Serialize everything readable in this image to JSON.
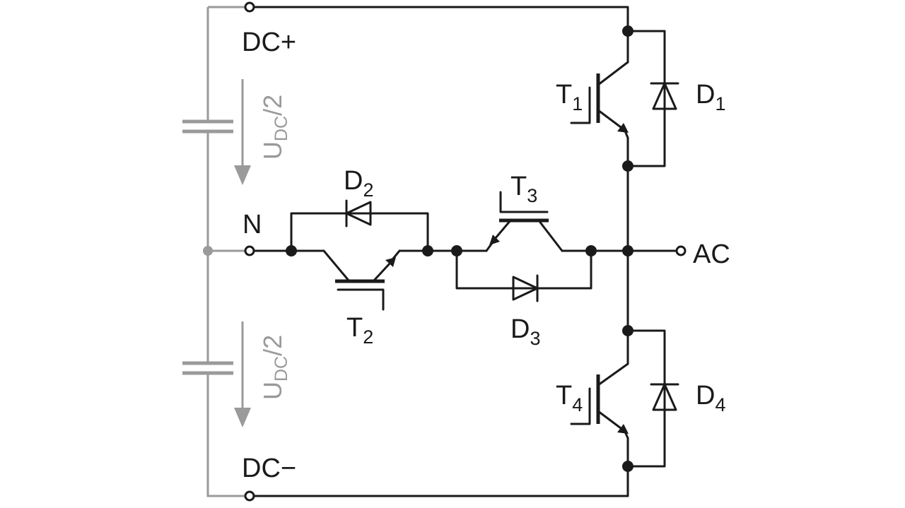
{
  "diagram": {
    "colors": {
      "wire": "#1a1a1a",
      "capacitor_side": "#9a9a9a",
      "background": "#ffffff"
    },
    "terminals": {
      "dc_plus": "DC+",
      "dc_minus": "DC−",
      "neutral": "N",
      "ac": "AC"
    },
    "voltage_labels": {
      "upper": {
        "base": "U",
        "sub": "DC",
        "rest": "/2"
      },
      "lower": {
        "base": "U",
        "sub": "DC",
        "rest": "/2"
      }
    },
    "components": {
      "t1": {
        "base": "T",
        "sub": "1"
      },
      "t2": {
        "base": "T",
        "sub": "2"
      },
      "t3": {
        "base": "T",
        "sub": "3"
      },
      "t4": {
        "base": "T",
        "sub": "4"
      },
      "d1": {
        "base": "D",
        "sub": "1"
      },
      "d2": {
        "base": "D",
        "sub": "2"
      },
      "d3": {
        "base": "D",
        "sub": "3"
      },
      "d4": {
        "base": "D",
        "sub": "4"
      }
    }
  }
}
